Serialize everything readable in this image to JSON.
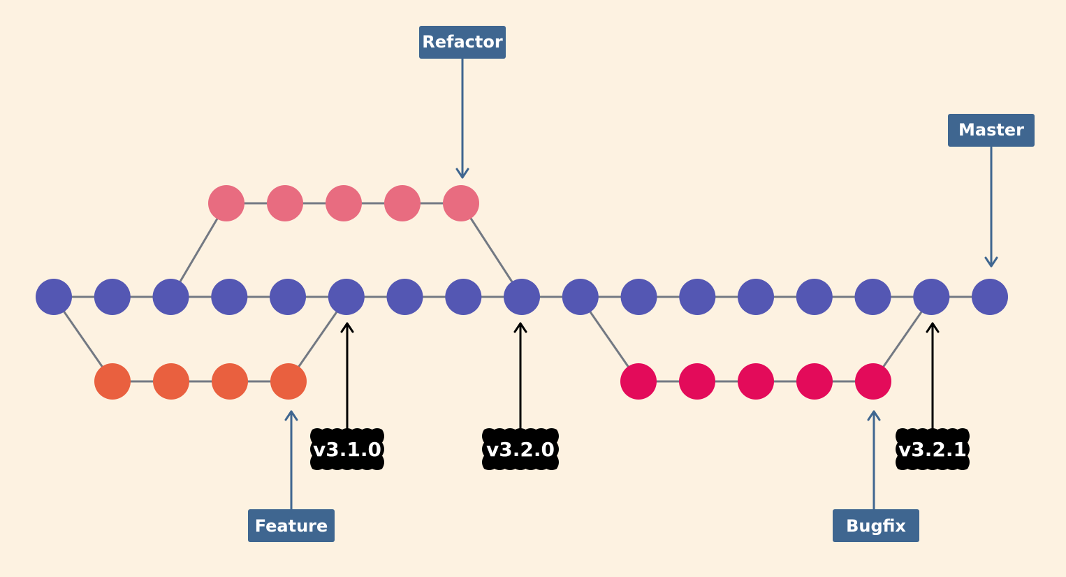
{
  "background_color": "#FDF2E1",
  "colors": {
    "master": "#5457B3",
    "refactor": "#E86C80",
    "feature": "#E9603F",
    "bugfix": "#E30B5A",
    "edge": "#737983",
    "label_bg": "#3F6690",
    "label_arrow": "#3F6690",
    "tag_bg": "#000000",
    "tag_arrow": "#000000"
  },
  "branch_labels": {
    "refactor": "Refactor",
    "master": "Master",
    "feature": "Feature",
    "bugfix": "Bugfix"
  },
  "tags": {
    "v310": "v3.1.0",
    "v320": "v3.2.0",
    "v321": "v3.2.1"
  },
  "commit_counts": {
    "master": 17,
    "refactor": 5,
    "feature": 4,
    "bugfix": 5
  }
}
